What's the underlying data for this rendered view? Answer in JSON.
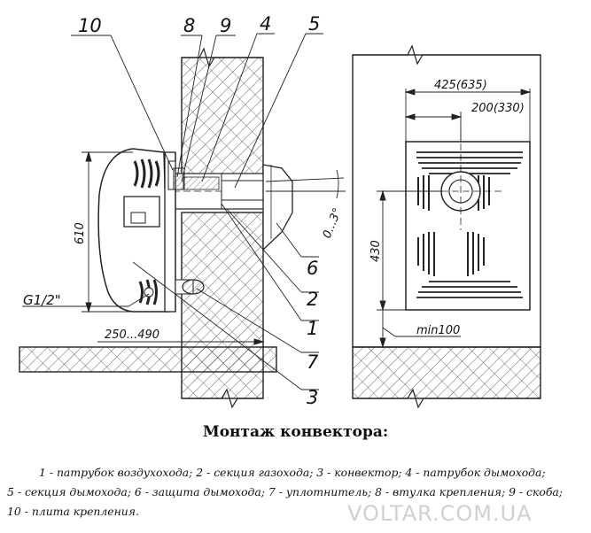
{
  "diagram": {
    "parts": {
      "p1": "1",
      "p2": "2",
      "p3": "3",
      "p4": "4",
      "p5": "5",
      "p6": "6",
      "p7": "7",
      "p8": "8",
      "p9": "9",
      "p10": "10"
    },
    "dimensions": {
      "height_610": "610",
      "pipe_thread": "G1/2\"",
      "wall_depth": "250...490",
      "angle": "0...3°",
      "width_425": "425(635)",
      "width_200": "200(330)",
      "height_430": "430",
      "min_clearance": "min100"
    }
  },
  "caption": {
    "title": "Монтаж конвектора:",
    "line1": "1 - патрубок воздухохода; 2 - секция газохода; 3 - конвектор; 4 - патрубок дымохода;",
    "line2": "5 - секция дымохода; 6 - защита дымохода; 7 - уплотнитель; 8 - втулка крепления; 9 - скоба;",
    "line3": "10 - плита крепления."
  },
  "watermark": "VOLTAR.COM.UA"
}
